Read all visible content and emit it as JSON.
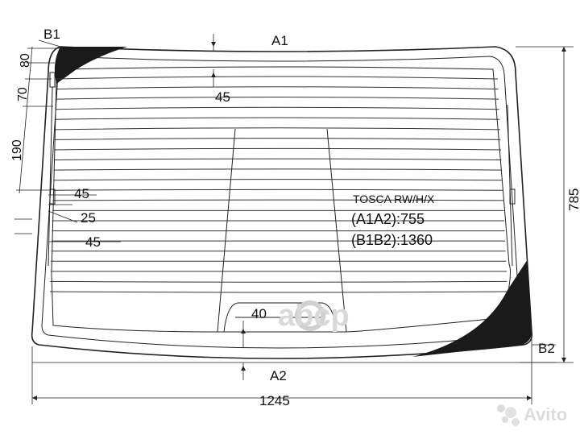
{
  "labels": {
    "a1": "A1",
    "a2": "A2",
    "b1": "B1",
    "b2": "B2"
  },
  "dimensions": {
    "top_80": "80",
    "top_70": "70",
    "left_190": "190",
    "height_785": "785",
    "width_1245": "1245",
    "inner_45_top": "45",
    "inner_45_mid": "45",
    "inner_25": "25",
    "inner_45_low": "45",
    "inner_40": "40"
  },
  "info": {
    "model": "TOSCA RW/H/X",
    "a1a2": "(A1A2):755",
    "b1b2": "(B1B2):1360"
  },
  "watermarks": {
    "brand_center": "abcp",
    "brand_corner": "Avito"
  },
  "colors": {
    "line": "#222222",
    "corner_fill": "#1a1a1a",
    "watermark": "#d9d9d9"
  }
}
